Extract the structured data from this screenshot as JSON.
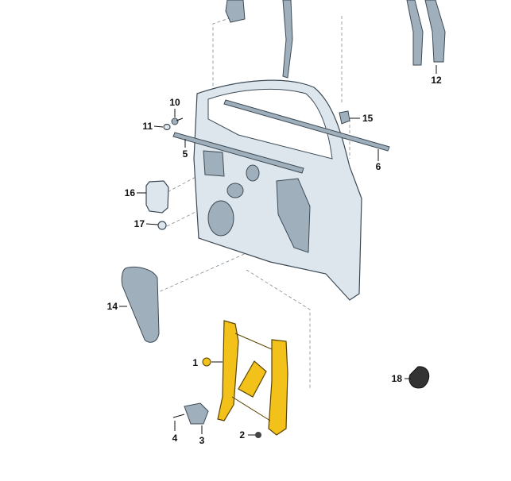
{
  "diagram": {
    "callouts": [
      {
        "id": "c1",
        "number": "1"
      },
      {
        "id": "c2",
        "number": "2"
      },
      {
        "id": "c3",
        "number": "3"
      },
      {
        "id": "c4",
        "number": "4"
      },
      {
        "id": "c5",
        "number": "5"
      },
      {
        "id": "c6",
        "number": "6"
      },
      {
        "id": "c10",
        "number": "10"
      },
      {
        "id": "c11",
        "number": "11"
      },
      {
        "id": "c12",
        "number": "12"
      },
      {
        "id": "c14",
        "number": "14"
      },
      {
        "id": "c15",
        "number": "15"
      },
      {
        "id": "c16",
        "number": "16"
      },
      {
        "id": "c17",
        "number": "17"
      },
      {
        "id": "c18",
        "number": "18"
      }
    ],
    "colors": {
      "door": "#dde6ec",
      "regulator": "#f2c21b",
      "outline": "#3d4a55"
    }
  }
}
